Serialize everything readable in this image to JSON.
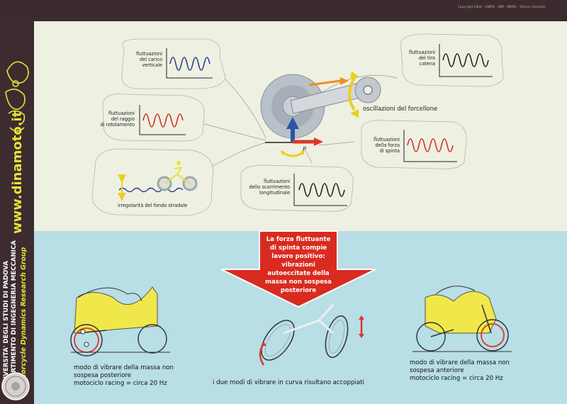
{
  "header": {
    "copyright": "Copyright 2004 - UNIPD - DIM - MDRG - Vittore Cossalter"
  },
  "sidebar": {
    "website": "www.dinamoto.it",
    "university": "UNIVERSITA' DEGLI STUDI DI PADOVA",
    "department": "DIPARTIMENTO DI INGEGNERIA MECCANICA",
    "group": "Motorcycle Dynamics Research Group",
    "colors": {
      "bg": "#3c2c2f",
      "accent": "#e8e23a",
      "text": "#ffffff"
    }
  },
  "diagram": {
    "labels": {
      "carico_l1": "fluttuazioni",
      "carico_l2": "del carico",
      "carico_l3": "verticale",
      "raggio_l1": "fluttuazioni",
      "raggio_l2": "del raggio",
      "raggio_l3": "di rotolamento",
      "strada": "irregolarità del fondo stradale",
      "tiro_l1": "fluttuazioni",
      "tiro_l2": "del tiro",
      "tiro_l3": "catena",
      "forcellone": "oscillazioni del forcellone",
      "spinta_l1": "fluttuazioni",
      "spinta_l2": "della forza",
      "spinta_l3": "di spinta",
      "scorr_l1": "fluttuazioni",
      "scorr_l2": "dello scorrimento",
      "scorr_l3": "longitudinale",
      "point_p": "P"
    },
    "wave_colors": {
      "blue": "#2c3a8a",
      "red": "#c8302a"
    }
  },
  "arrow": {
    "lines": [
      "La forza fluttuante",
      "di spinta compie",
      "lavoro positivo:",
      "vibrazioni",
      "autoeccitate della",
      "massa non sospesa",
      "posteriore"
    ],
    "color": "#d92b20"
  },
  "bottom": {
    "left_l1": "modo di vibrare della massa non",
    "left_l2": "sospesa posteriore",
    "left_l3": "motociclo racing = circa 20 Hz",
    "center": "i due modi di vibrare in curva risultano accoppiati",
    "right_l1": "modo di vibrare della massa non",
    "right_l2": "sospesa anteriore",
    "right_l3": "motociclo racing = circa 20 Hz"
  }
}
